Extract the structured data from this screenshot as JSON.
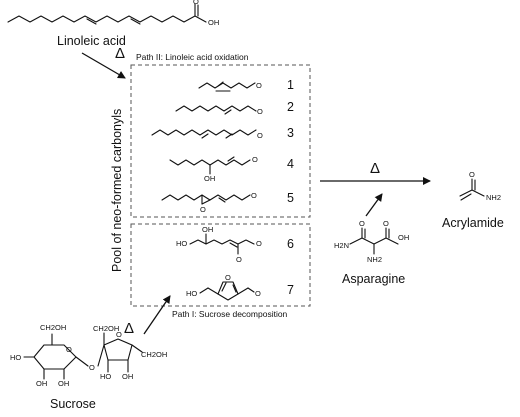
{
  "compounds": {
    "linoleic_acid": "Linoleic acid",
    "sucrose": "Sucrose",
    "asparagine": "Asparagine",
    "acrylamide": "Acrylamide"
  },
  "paths": {
    "path2": "Path II: Linoleic acid oxidation",
    "path1": "Path I: Sucrose decomposition"
  },
  "pool_label": "Pool of neo-formed carbonyls",
  "heat_symbol": "Δ",
  "carbonyls": [
    {
      "number": "1",
      "atoms": [
        "O"
      ]
    },
    {
      "number": "2",
      "atoms": [
        "O"
      ]
    },
    {
      "number": "3",
      "atoms": [
        "O"
      ]
    },
    {
      "number": "4",
      "atoms": [
        "O",
        "OH"
      ]
    },
    {
      "number": "5",
      "atoms": [
        "O",
        "O"
      ]
    }
  ],
  "sugar_products": [
    {
      "number": "6",
      "atoms": [
        "OH",
        "HO",
        "O",
        "O"
      ]
    },
    {
      "number": "7",
      "atoms": [
        "HO",
        "O",
        "O"
      ]
    }
  ],
  "atom_labels": {
    "linoleic_oh": "OH",
    "linoleic_o": "O",
    "asparagine": [
      "O",
      "OH",
      "H2N",
      "NH2",
      "O"
    ],
    "acrylamide": [
      "O",
      "NH2"
    ],
    "sucrose": [
      "CH2OH",
      "O",
      "HO",
      "OH",
      "OH",
      "O",
      "CH2OH",
      "O",
      "HO",
      "OH",
      "CH2OH"
    ]
  }
}
